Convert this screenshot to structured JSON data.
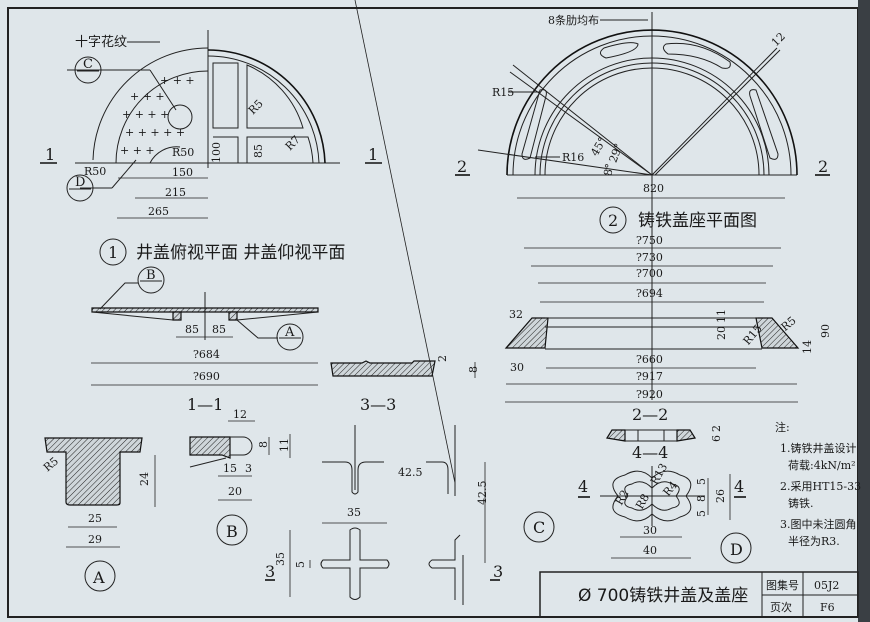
{
  "plan_cover": {
    "pattern_label": "十字花纹",
    "detail_c": "C",
    "detail_d": "D",
    "r50_outer": "R50",
    "r50_inner": "R50",
    "r5": "R5",
    "r7": "R7",
    "dim_100": "100",
    "dim_85": "85",
    "dim_150": "150",
    "dim_215": "215",
    "dim_265": "265",
    "section_mark_left": "1",
    "section_mark_right": "1",
    "number": "1",
    "caption": "井盖俯视平面 井盖仰视平面"
  },
  "plan_seat": {
    "ribs_label": "8条肋均布",
    "dim_12": "12",
    "r15": "R15",
    "r16": "R16",
    "angle_45": "45°",
    "angle_29": "29°",
    "angle_8": "8°",
    "dim_820": "820",
    "section_mark_left": "2",
    "section_mark_right": "2",
    "number": "2",
    "caption": "铸铁盖座平面图"
  },
  "section_2_2": {
    "d750": "?750",
    "d730": "?730",
    "d700": "?700",
    "d694": "?694",
    "dim_32": "32",
    "dim_11": "11",
    "dim_20": "20",
    "r15": "R15",
    "r5": "R5",
    "dim_90": "90",
    "dim_14": "14",
    "dim_30": "30",
    "d660": "?660",
    "d917": "?917",
    "d920": "?920",
    "title": "2—2"
  },
  "section_1_1": {
    "detail_b": "B",
    "detail_a": "A",
    "dim_85_left": "85",
    "dim_85_right": "85",
    "d684": "?684",
    "d690": "?690",
    "title": "1—1"
  },
  "section_3_3": {
    "dim_2": "2",
    "dim_8": "8",
    "title": "3—3"
  },
  "detail_a": {
    "r5": "R5",
    "dim_24": "24",
    "dim_25": "25",
    "dim_29": "29",
    "label": "A"
  },
  "detail_b": {
    "dim_12": "12",
    "dim_8": "8",
    "dim_11": "11",
    "dim_15": "15",
    "dim_3": "3",
    "dim_20": "20",
    "label": "B"
  },
  "detail_c": {
    "dim_42_5_h": "42.5",
    "dim_42_5_v": "42.5",
    "dim_35_h": "35",
    "dim_35_v": "35",
    "dim_5": "5",
    "section_mark_left": "3",
    "section_mark_right": "3",
    "label": "C"
  },
  "detail_d": {
    "dim_6": "6",
    "dim_2": "2",
    "title_4_4": "4—4",
    "section_mark_left": "4",
    "section_mark_right": "4",
    "r13": "R13",
    "r4": "R4",
    "r2": "R2",
    "r8": "R8",
    "dim_8": "8",
    "dim_5_top": "5",
    "dim_5_bottom": "5",
    "dim_26": "26",
    "dim_30": "30",
    "dim_40": "40",
    "label": "D"
  },
  "notes": {
    "heading": "注:",
    "lines": [
      "1.铸铁井盖设计",
      "荷载:4kN/m²",
      "2.采用HT15-33",
      "铸铁.",
      "3.图中未注圆角",
      "半径为R3."
    ]
  },
  "title_block": {
    "title": "Ø 700铸铁井盖及盖座",
    "atlas_label": "图集号",
    "atlas_value": "05J2",
    "page_label": "页次",
    "page_value": "F6"
  }
}
